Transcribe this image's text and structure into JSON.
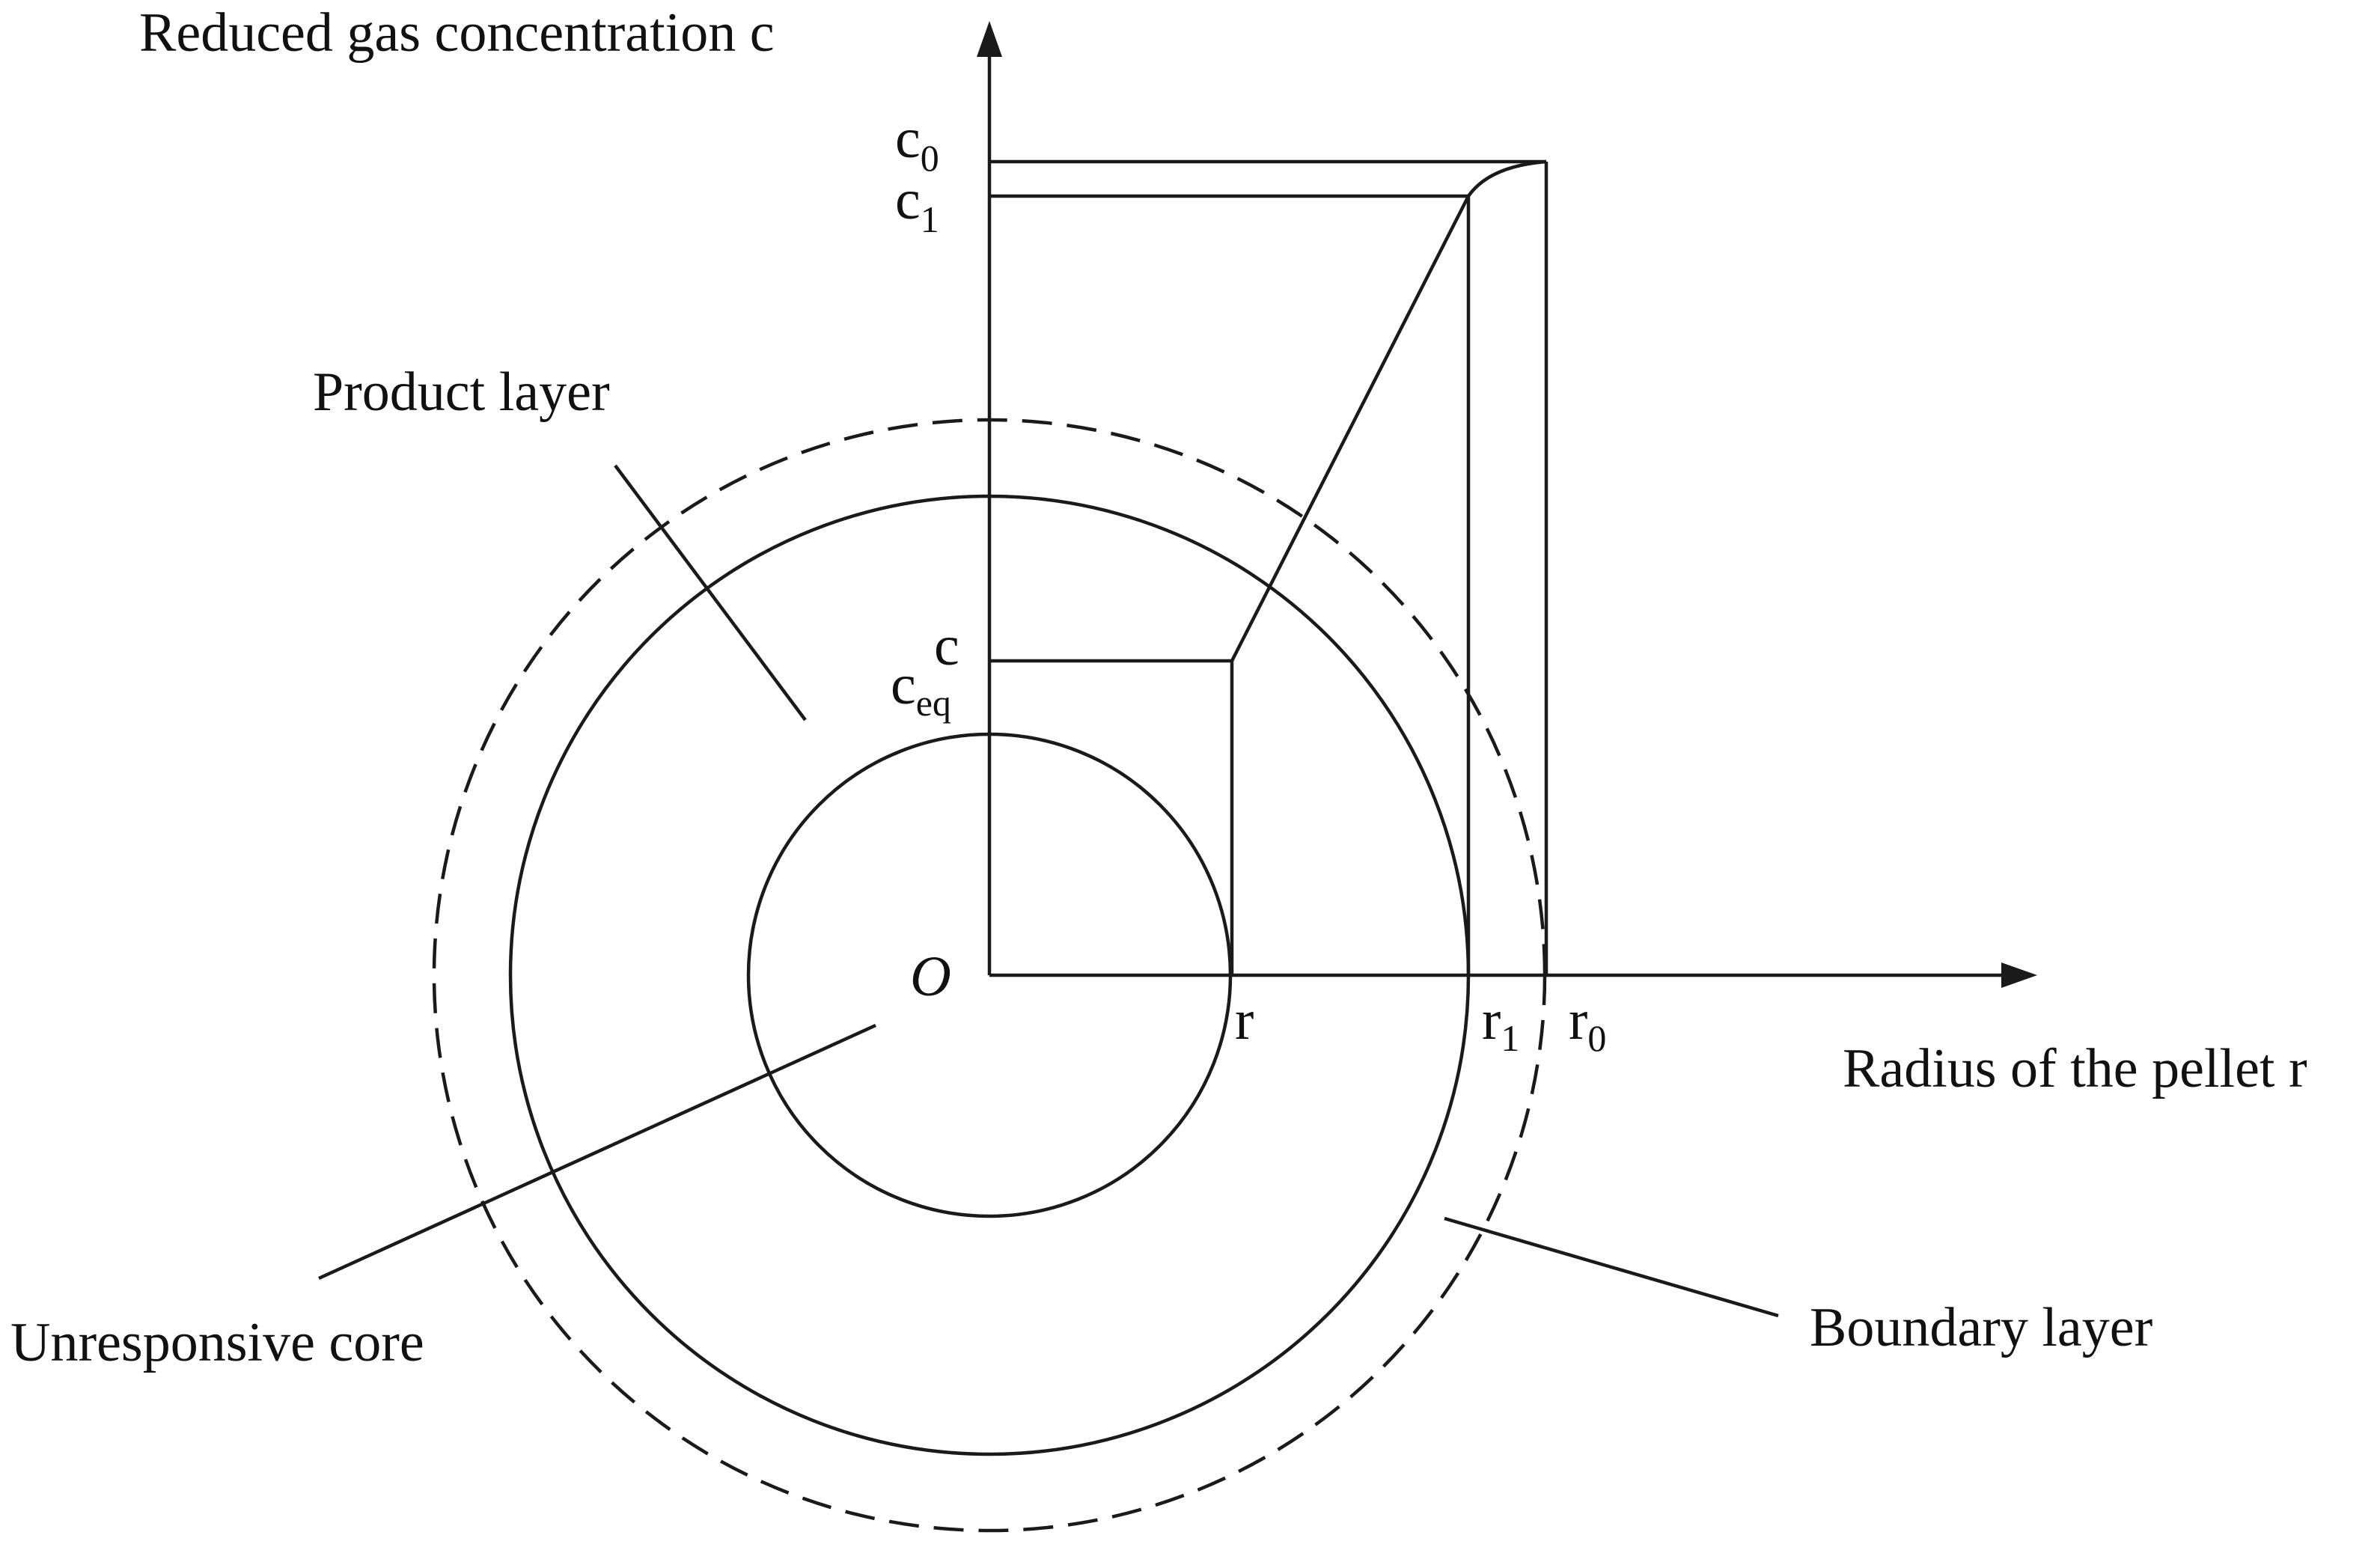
{
  "axes": {
    "y_label": "Reduced gas concentration c",
    "x_label": "Radius of the pellet r",
    "origin": "O"
  },
  "y_ticks": {
    "c0": {
      "base": "c",
      "sub": "0"
    },
    "c1": {
      "base": "c",
      "sub": "1"
    },
    "c": {
      "base": "c"
    },
    "ceq": {
      "base": "c",
      "sub": "eq"
    }
  },
  "x_ticks": {
    "r": {
      "base": "r"
    },
    "r1": {
      "base": "r",
      "sub": "1"
    },
    "r0": {
      "base": "r",
      "sub": "0"
    }
  },
  "regions": {
    "product_layer": "Product layer",
    "unresponsive_core": "Unresponsive core",
    "boundary_layer": "Boundary layer"
  }
}
